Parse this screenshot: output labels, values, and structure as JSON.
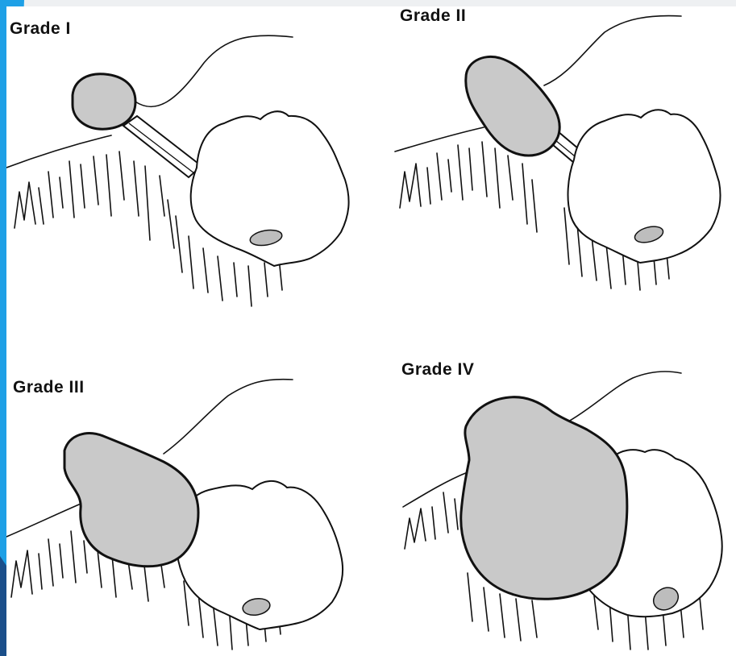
{
  "panels": [
    {
      "label": "Grade I",
      "lesion_fill": "#c9c9c9"
    },
    {
      "label": "Grade II",
      "lesion_fill": "#c9c9c9"
    },
    {
      "label": "Grade III",
      "lesion_fill": "#c9c9c9"
    },
    {
      "label": "Grade IV",
      "lesion_fill": "#c9c9c9"
    }
  ],
  "colors": {
    "accent": "#1ea0e6",
    "background": "#ffffff",
    "ink": "#111111"
  }
}
